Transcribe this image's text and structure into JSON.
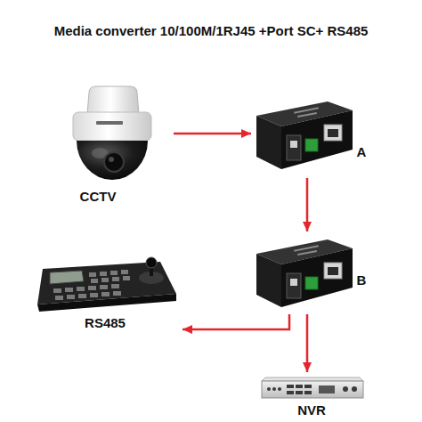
{
  "diagram": {
    "title": "Media converter 10/100M/1RJ45 +Port SC+ RS485",
    "nodes": [
      {
        "text": [
          "CCTV"
        ]
      },
      {
        "text": [
          "A"
        ]
      },
      {
        "text": [
          "B"
        ]
      },
      {
        "text": [
          "RS485"
        ]
      },
      {
        "text": [
          "NVR"
        ]
      }
    ],
    "edges": [
      {
        "from": 0,
        "to": 1,
        "arrow": "to"
      },
      {
        "from": 1,
        "to": 2,
        "arrow": "to"
      },
      {
        "from": 2,
        "to": 3,
        "arrow": "to"
      },
      {
        "from": 2,
        "to": 4,
        "arrow": "to"
      }
    ]
  }
}
